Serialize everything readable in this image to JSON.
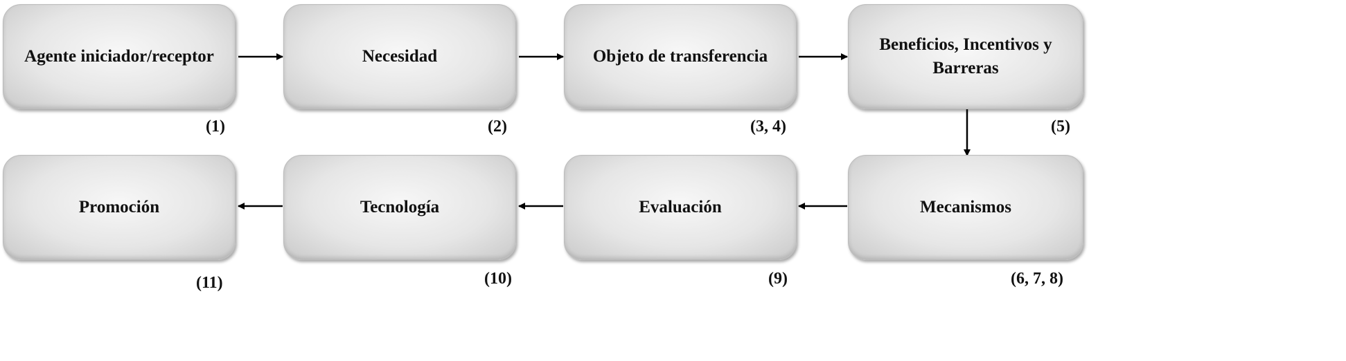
{
  "steps": [
    {
      "label": "Agente iniciador/receptor",
      "ref": "(1)"
    },
    {
      "label": "Necesidad",
      "ref": "(2)"
    },
    {
      "label": "Objeto de transferencia",
      "ref": "(3, 4)"
    },
    {
      "label": "Beneficios, Incentivos y Barreras",
      "ref": "(5)"
    },
    {
      "label": "Mecanismos",
      "ref": "(6, 7, 8)"
    },
    {
      "label": "Evaluación",
      "ref": "(9)"
    },
    {
      "label": "Tecnología",
      "ref": "(10)"
    },
    {
      "label": "Promoción",
      "ref": "(11)"
    }
  ],
  "colors": {
    "arrow": "#000000",
    "box_fill": "#e6e6e6",
    "text": "#111111"
  }
}
